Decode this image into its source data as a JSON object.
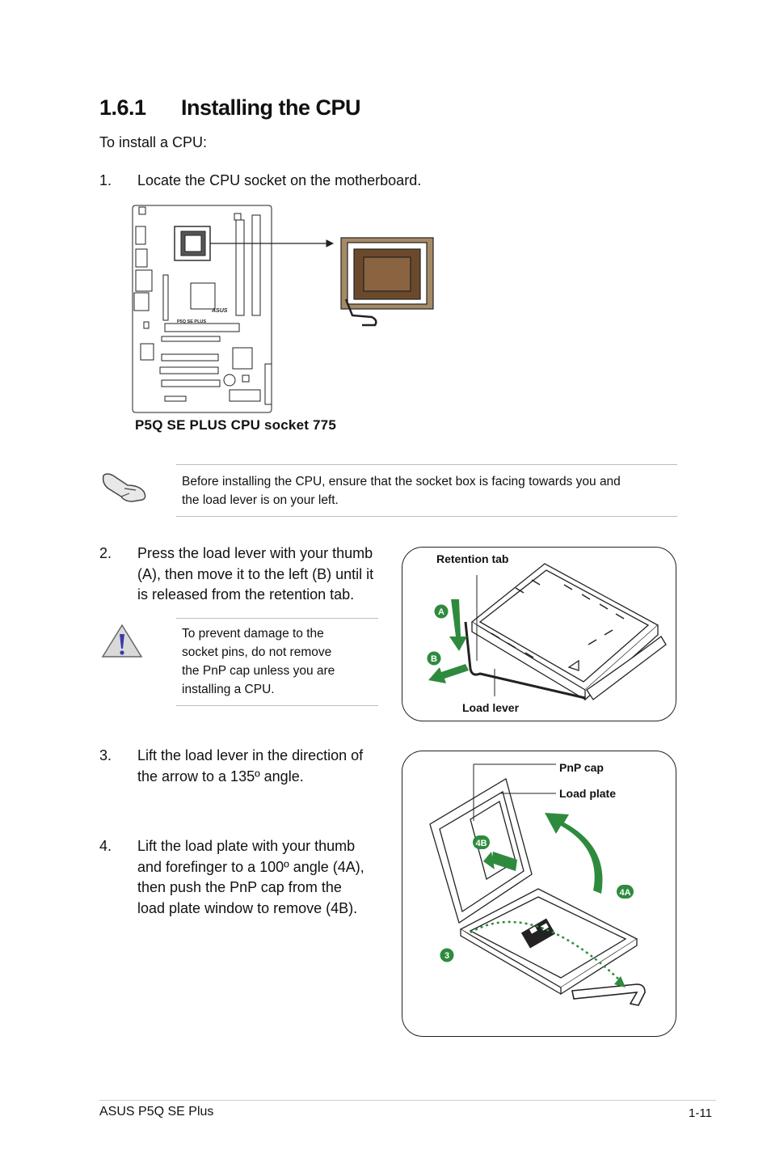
{
  "section": {
    "number": "1.6.1",
    "title": "Installing the CPU"
  },
  "intro": "To install a CPU:",
  "steps": [
    {
      "num": "1.",
      "lines": [
        "Locate the CPU socket on the motherboard."
      ]
    },
    {
      "num": "2.",
      "lines": [
        "Press the load lever with your thumb",
        "(A), then move it to the left (B) until it",
        "is released from the retention tab."
      ]
    },
    {
      "num": "3.",
      "lines": [
        "Lift the load lever in the direction of",
        "the arrow to a 135º angle."
      ]
    },
    {
      "num": "4.",
      "lines": [
        "Lift the load plate with your thumb",
        "and forefinger to a 100º angle (4A),",
        "then push the PnP cap from the",
        "load plate window to remove (4B)."
      ]
    }
  ],
  "figure1": {
    "caption": "P5Q SE PLUS CPU socket 775",
    "board_label": "P5Q SE PLUS",
    "brand_label": "ASUS"
  },
  "note": {
    "icon": "hand-note-icon",
    "lines": [
      "Before installing the CPU, ensure that the socket box is facing towards you and",
      "the load lever is on your left."
    ]
  },
  "caution": {
    "icon": "warning-triangle-icon",
    "lines": [
      "To prevent damage to the",
      "socket pins, do not remove",
      "the PnP cap unless you are",
      "installing a CPU."
    ]
  },
  "figure2": {
    "retention_tab": "Retention tab",
    "load_lever": "Load lever",
    "badge_a": "A",
    "badge_b": "B"
  },
  "figure3": {
    "pnp_cap": "PnP cap",
    "load_plate": "Load plate",
    "badge_4b": "4B",
    "badge_4a": "4A",
    "badge_3": "3"
  },
  "footer": {
    "left": "ASUS P5Q SE Plus",
    "right": "1-11"
  },
  "colors": {
    "accent_green": "#2e8b3d",
    "rule_gray": "#bdbdbd"
  }
}
